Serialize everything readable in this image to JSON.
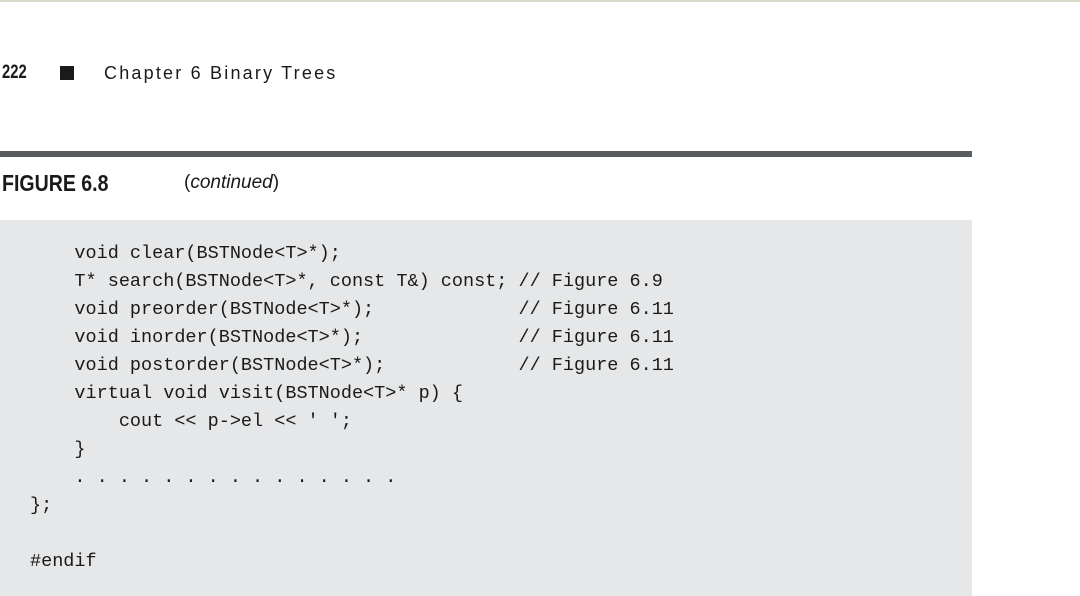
{
  "running_head": {
    "page_number": "222",
    "chapter_title": "Chapter 6 Binary Trees"
  },
  "figure": {
    "label": "FIGURE 6.8",
    "note_open": "(",
    "note_text": "continued",
    "note_close": ")"
  },
  "code": {
    "lines": [
      "    void clear(BSTNode<T>*);",
      "    T* search(BSTNode<T>*, const T&) const; // Figure 6.9",
      "    void preorder(BSTNode<T>*);             // Figure 6.11",
      "    void inorder(BSTNode<T>*);              // Figure 6.11",
      "    void postorder(BSTNode<T>*);            // Figure 6.11",
      "    virtual void visit(BSTNode<T>* p) {",
      "        cout << p->el << ' ';",
      "    }",
      "    . . . . . . . . . . . . . . .",
      "};",
      "",
      "#endif"
    ]
  }
}
